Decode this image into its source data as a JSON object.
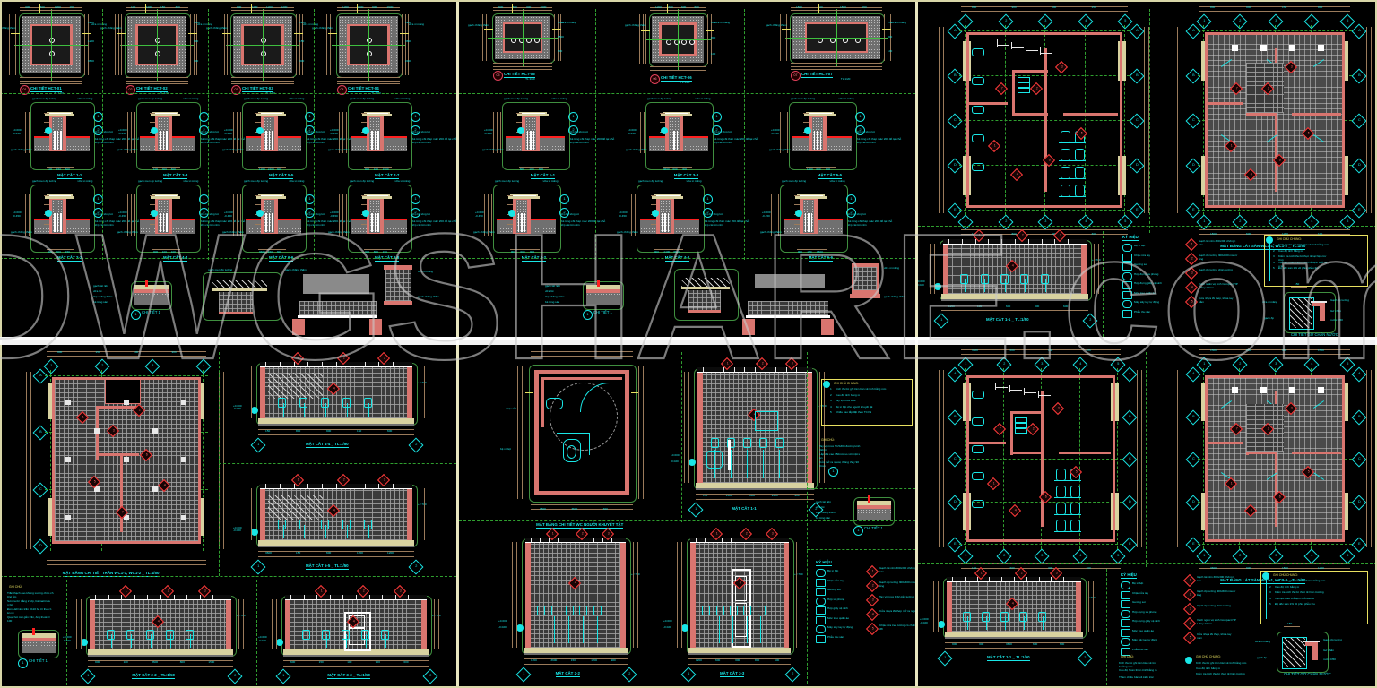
{
  "sheet": {
    "title": "AutoCAD drawing sheet - WC detail drawings",
    "background": "#000000",
    "watermark": "DWGSHARE.com",
    "panel_divider_color": "#e8e6c0"
  },
  "palette": {
    "text_cyan": "#19e6e6",
    "wall_salmon": "#d9756f",
    "slab_cream": "#d8d2a0",
    "grid_green": "#2f9f2f",
    "marker_red": "#ff3b3b",
    "hatch_gray": "#8a8a8a",
    "note_yellow": "#e8e060",
    "dim_brown": "#9a7a5a"
  },
  "panels": [
    {
      "id": "p1",
      "name": "top-left",
      "content": "HCT pit details + sections"
    },
    {
      "id": "p2",
      "name": "top-middle",
      "content": "HCT pit details + sections"
    },
    {
      "id": "p3",
      "name": "top-right",
      "content": "WC1 plans + legend"
    },
    {
      "id": "p4",
      "name": "bottom-left",
      "content": "Ceiling plan + elevations"
    },
    {
      "id": "p5",
      "name": "bottom-middle",
      "content": "Accessible WC plan + sections"
    },
    {
      "id": "p6",
      "name": "bottom-right",
      "content": "WC2 plans + legend"
    }
  ],
  "p1": {
    "details": [
      {
        "tag": "01",
        "title": "CHI TIẾT HCT-01",
        "scale": "TL:1/20"
      },
      {
        "tag": "02",
        "title": "CHI TIẾT HCT-02",
        "scale": "TL:1/20"
      },
      {
        "tag": "03",
        "title": "CHI TIẾT HCT-03",
        "scale": "TL:1/20"
      },
      {
        "tag": "04",
        "title": "CHI TIẾT HCT-04",
        "scale": "TL:1/20"
      }
    ],
    "sections_row1": [
      "MẶT CẮT 1-1",
      "MẶT CẮT 3-3",
      "MẶT CẮT 5-5",
      "MẶT CẮT 7-7"
    ],
    "sections_row2": [
      "MẶT CẮT 2-2",
      "MẶT CẮT 4-4",
      "MẶT CẮT 6-6",
      "MẶT CẮT 8-8"
    ],
    "annot": {
      "top": "gạch men ốp tường",
      "left": "gạch chống thấm",
      "right": "vữa xi măng",
      "lvl1": "+0.000",
      "lvl2": "-0.450",
      "note_a": "lớp bê tông lót",
      "note_b": "bê tông cốt thép mác 200 đổ tại chỗ",
      "note_c": "lớp cát tôn nền"
    }
  },
  "p2": {
    "details": [
      {
        "tag": "05",
        "title": "CHI TIẾT HCT-05",
        "scale": "TL:1/20"
      },
      {
        "tag": "06",
        "title": "CHI TIẾT HCT-06",
        "scale": "TL:1/20"
      },
      {
        "tag": "07",
        "title": "CHI TIẾT HCT-07",
        "scale": "TL:1/20"
      }
    ],
    "sections_row1": [
      "MẶT CẮT 1-1",
      "MẶT CẮT 3-3",
      "MẶT CẮT 5-5"
    ],
    "sections_row2": [
      "MẶT CẮT 2-2",
      "MẶT CẮT 4-4",
      "MẶT CẮT 6-6"
    ]
  },
  "p3": {
    "plan_left_title": "MẶT BẰNG CHI TIẾT WC1-1, WC1-2 _ TL:1/50",
    "plan_right_title": "MẶT BẰNG LÁT SÀN WC1-1, WC1-2 _ TL:1/50",
    "section_title": "MẶT CẮT 1-1 _ TL:1/50",
    "legend_header": "KÝ HIỆU",
    "legend_items": [
      "Bệ xí bệt",
      "Chậu rửa tay",
      "Gương soi",
      "Hộp đựng xà phòng",
      "Hộp đựng giấy vệ sinh",
      "Móc treo quần áo",
      "Máy sấy tay tự động",
      "Phễu thu sàn"
    ],
    "notes_numbered": [
      "Gạch lát nền 300x300 chống trơn",
      "Gạch ốp tường 300x600 màu trắng",
      "Gạch ốp tường chân tường",
      "Vách ngăn vệ sinh Compact HPL dày 12mm",
      "Cửa nhựa lõi thép, khóa tay nắm"
    ],
    "note_box_title": "GHI CHÚ CHUNG:",
    "note_box_lines": [
      "Kích thước ghi trên bản vẽ tính bằng mm",
      "Cao độ tính bằng m",
      "Kiểm tra kích thước thực tế tại hiện trường",
      "Vật liệu hoàn thiện theo chỉ định chủ đầu tư",
      "Độ dốc sàn 1% về phía phễu thu"
    ],
    "corner_detail": "CHI TIẾT GỜ CHẮN NƯỚC"
  },
  "p4": {
    "plan_title": "MẶT BẰNG CHI TIẾT TRẦN WC1-1, WC1-2 _ TL:1/50",
    "section_a": "MẶT CẮT 4-4 _ TL:1/50",
    "section_b": "MẶT CẮT 5-5 _ TL:1/50",
    "elev_a": "MẶT CẮT 2-2 _ TL:1/50",
    "elev_b": "MẶT CẮT 3-3 _ TL:1/50",
    "detail_title": "CHI TIẾT 1",
    "note_header": "GHI CHÚ:",
    "note_lines": [
      "Trần thạch cao khung xương chìm chống ẩm",
      "Sơn nước trắng 2 lớp, bả matit toàn bộ",
      "Đèn LED âm trần D110 bố trí theo bản vẽ",
      "Quạt hút mùi gắn trần, ống thoát D100"
    ]
  },
  "p5": {
    "plan_title": "MẶT BẰNG CHI TIẾT WC NGƯỜI KHUYẾT TẬT",
    "section_1": "MẶT CẮT 1-1",
    "section_2": "MẶT CẮT 2-2",
    "section_3": "MẶT CẮT 3-3",
    "detail_title": "CHI TIẾT 1",
    "note_box_title": "GHI CHÚ CHUNG:",
    "note_box_lines": [
      "Kích thước ghi trên bản vẽ tính bằng mm",
      "Cao độ tính bằng m",
      "Tay vịn inox D32",
      "Bệ xí bệt cho người khuyết tật",
      "Chiều cao lắp đặt theo TCVN"
    ],
    "side_note_header": "GHI CHÚ:",
    "side_note_lines": [
      "Tay vịn inox SUS304 đường kính 32mm",
      "Lắp đặt cao 750mm so với mặt sàn",
      "Cửa mở ra ngoài, thông thủy 900mm"
    ],
    "legend_header": "KÝ HIỆU",
    "legend_items": [
      "Bệ xí bệt",
      "Chậu rửa tay",
      "Gương soi",
      "Hộp xà phòng",
      "Hộp giấy vệ sinh",
      "Móc treo quần áo",
      "Máy sấy tay tự động",
      "Phễu thu sàn"
    ],
    "notes_numbered": [
      "Gạch lát nền 300x300 chống trơn",
      "Gạch ốp tường 300x600 màu trắng",
      "Tay vịn inox D32 gắn tường",
      "Cửa nhựa lõi thép mở ra ngoài",
      "Chậu rửa treo tường có chân đỡ"
    ]
  },
  "p6": {
    "plan_left_title": "MẶT BẰNG CHI TIẾT WC2-1, WC2-2 _ TL:1/50",
    "plan_right_title": "MẶT BẰNG LÁT SÀN WC2-1, WC2-2 _ TL:1/50",
    "section_title": "MẶT CẮT 1-1 _ TL:1/50",
    "legend_header": "KÝ HIỆU",
    "legend_items": [
      "Bệ xí bệt",
      "Chậu rửa tay",
      "Gương soi",
      "Hộp đựng xà phòng",
      "Hộp đựng giấy vệ sinh",
      "Móc treo quần áo",
      "Máy sấy tay tự động",
      "Phễu thu sàn"
    ],
    "notes_numbered": [
      "Gạch lát nền 300x300 chống trơn",
      "Gạch ốp tường 300x600 màu trắng",
      "Gạch ốp tường chân tường",
      "Vách ngăn vệ sinh Compact HPL dày 12mm",
      "Cửa nhựa lõi thép, khóa tay nắm"
    ],
    "note_box_title": "GHI CHÚ CHUNG:",
    "note_box_lines": [
      "Kích thước ghi trên bản vẽ tính bằng mm",
      "Cao độ tính bằng m",
      "Kiểm tra kích thước thực tế hiện trường",
      "Vật liệu theo chỉ định chủ đầu tư",
      "Độ dốc sàn 1% về phía phễu thu"
    ],
    "note_header": "GHI CHÚ:",
    "note_lines": [
      "Kích thước ghi trên bản vẽ tính bằng mm",
      "Cao độ hoàn thiện tính bằng m",
      "Tham chiếu bản vẽ kiến trúc"
    ],
    "corner_detail": "CHI TIẾT GỜ CHẮN NƯỚC"
  },
  "grid_labels_x": [
    "1",
    "2",
    "3",
    "4",
    "5"
  ],
  "grid_labels_y": [
    "A",
    "B",
    "C",
    "D",
    "E"
  ],
  "dims": [
    "1200",
    "900",
    "1500",
    "800",
    "2400",
    "3600",
    "300",
    "600",
    "150",
    "100"
  ],
  "levels": [
    "+0.000",
    "-0.020",
    "-0.450",
    "+2.700",
    "+1.200",
    "+0.750"
  ]
}
